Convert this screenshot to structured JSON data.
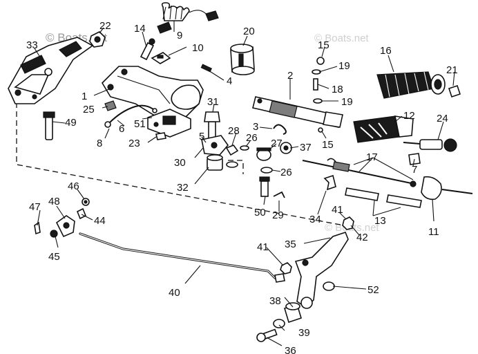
{
  "watermarks": [
    "© Boats.net",
    "© Boats.net",
    "© Boats.net"
  ],
  "callouts": [
    "1",
    "2",
    "3",
    "4",
    "5",
    "6",
    "7",
    "8",
    "9",
    "10",
    "11",
    "12",
    "13",
    "14",
    "15",
    "15",
    "16",
    "17",
    "18",
    "19",
    "19",
    "20",
    "21",
    "22",
    "23",
    "24",
    "25",
    "26",
    "26",
    "27",
    "28",
    "29",
    "30",
    "31",
    "32",
    "33",
    "34",
    "35",
    "36",
    "37",
    "38",
    "39",
    "40",
    "41",
    "41",
    "42",
    "44",
    "45",
    "46",
    "47",
    "48",
    "49",
    "50",
    "51",
    "52"
  ]
}
